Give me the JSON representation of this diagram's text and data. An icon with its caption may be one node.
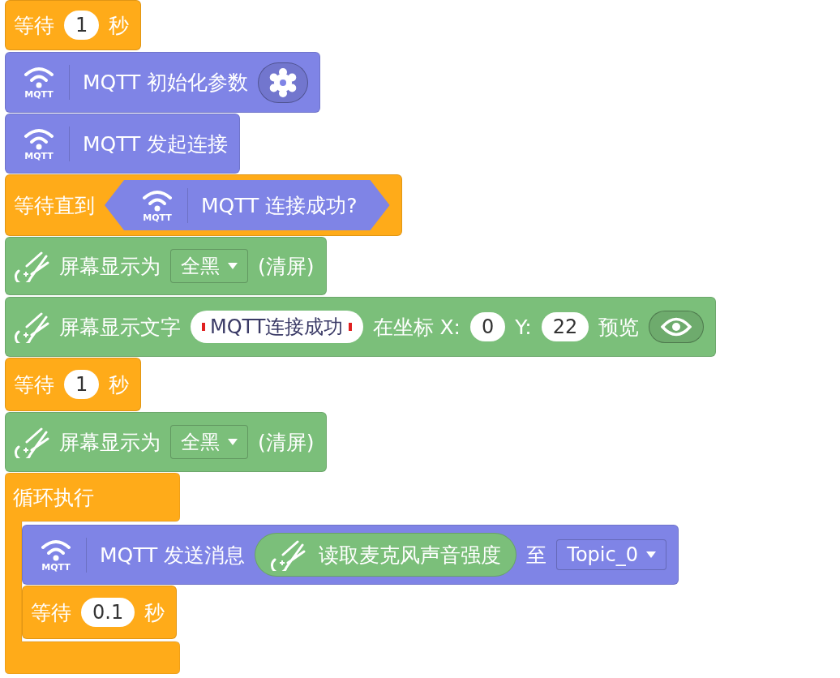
{
  "diagram": {
    "nodes": [
      {
        "text": [
          "等待",
          "秒"
        ]
      },
      {
        "text": [
          "1"
        ],
        "in": 0
      },
      {
        "text": [
          "MQTT",
          "MQTT 初始化参数"
        ]
      },
      {
        "text": [
          "MQTT",
          "MQTT 发起连接"
        ]
      },
      {
        "text": [
          "等待直到"
        ]
      },
      {
        "text": [
          "MQTT",
          "MQTT 连接成功?"
        ],
        "in": 4
      },
      {
        "text": [
          "屏幕显示为",
          "(清屏)"
        ]
      },
      {
        "text": [
          "全黑"
        ],
        "in": 6
      },
      {
        "text": [
          "屏幕显示文字",
          "在坐标 X:",
          "Y:",
          "预览"
        ]
      },
      {
        "text": [
          "MQTT连接成功"
        ],
        "in": 8
      },
      {
        "text": [
          "0"
        ],
        "in": 8
      },
      {
        "text": [
          "22"
        ],
        "in": 8
      },
      {
        "text": [
          "等待",
          "秒"
        ]
      },
      {
        "text": [
          "1"
        ],
        "in": 12
      },
      {
        "text": [
          "屏幕显示为",
          "(清屏)"
        ]
      },
      {
        "text": [
          "全黑"
        ],
        "in": 14
      },
      {
        "text": [
          "循环执行"
        ]
      },
      {
        "text": [
          "MQTT",
          "MQTT 发送消息",
          "至"
        ]
      },
      {
        "text": [
          "读取麦克风声音强度"
        ],
        "in": 17
      },
      {
        "text": [
          "Topic_0"
        ],
        "in": 17
      },
      {
        "text": [
          "等待",
          "秒"
        ],
        "in": 16
      },
      {
        "text": [
          "0.1"
        ],
        "in": 20
      }
    ]
  }
}
